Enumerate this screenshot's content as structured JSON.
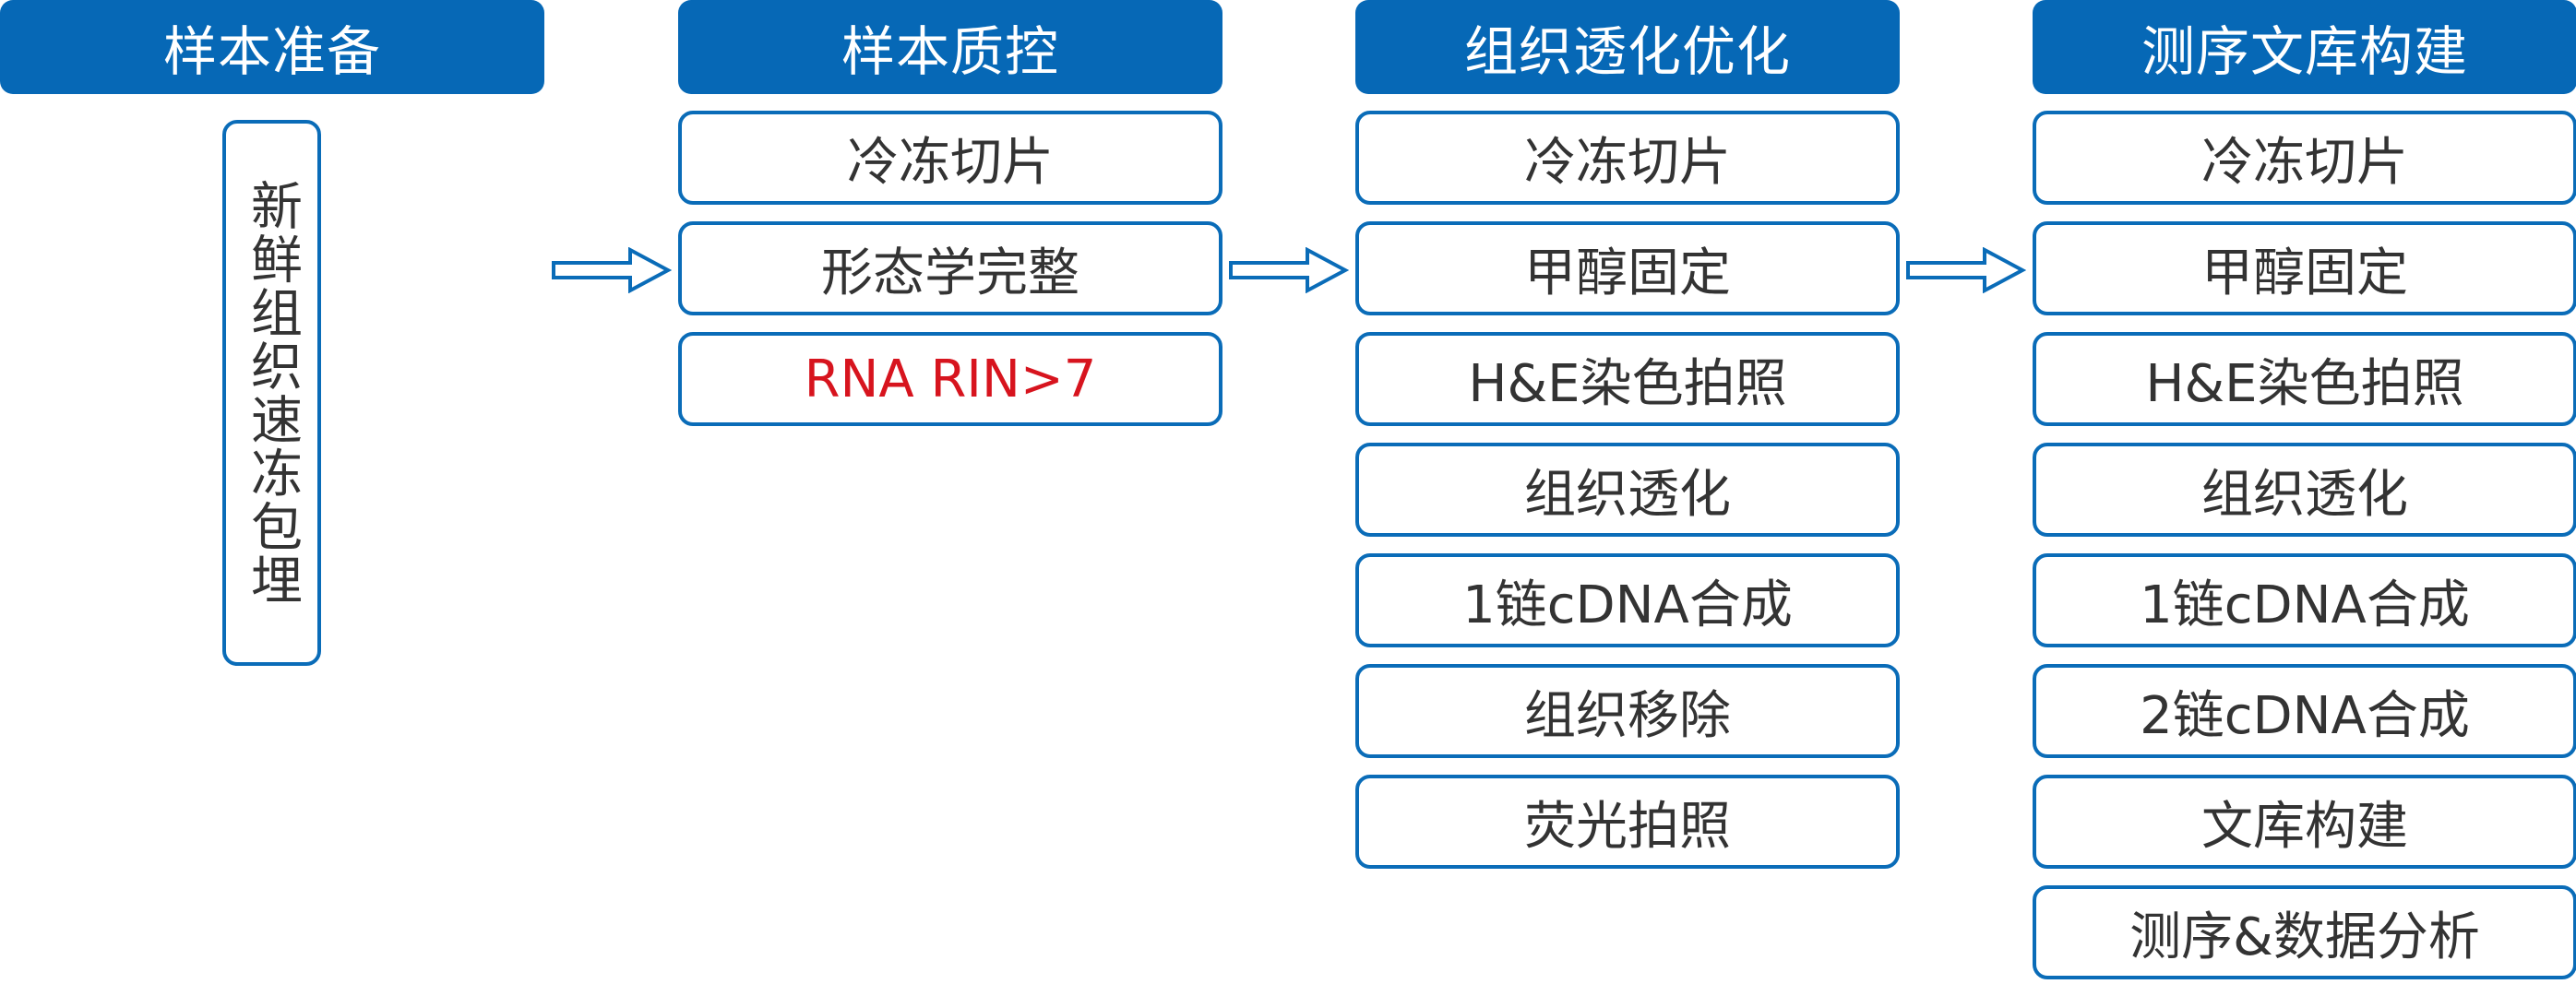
{
  "colors": {
    "header_fill": "#0668B6",
    "box_border": "#0A6CB8",
    "text": "#333333",
    "highlight_text": "#D7141E"
  },
  "columns": [
    {
      "title": "样本准备",
      "vertical_box": "新鲜组织速冻包埋"
    },
    {
      "title": "样本质控",
      "steps": [
        {
          "label": "冷冻切片"
        },
        {
          "label": "形态学完整"
        },
        {
          "label": "RNA RIN>7",
          "highlight": true
        }
      ]
    },
    {
      "title": "组织透化优化",
      "steps": [
        {
          "label": "冷冻切片"
        },
        {
          "label": "甲醇固定"
        },
        {
          "label": "H&E染色拍照"
        },
        {
          "label": "组织透化"
        },
        {
          "label": "1链cDNA合成"
        },
        {
          "label": "组织移除"
        },
        {
          "label": "荧光拍照"
        }
      ]
    },
    {
      "title": "测序文库构建",
      "steps": [
        {
          "label": "冷冻切片"
        },
        {
          "label": "甲醇固定"
        },
        {
          "label": "H&E染色拍照"
        },
        {
          "label": "组织透化"
        },
        {
          "label": "1链cDNA合成"
        },
        {
          "label": "2链cDNA合成"
        },
        {
          "label": "文库构建"
        },
        {
          "label": "测序&数据分析"
        }
      ]
    }
  ],
  "arrows": [
    {
      "from": "样本准备",
      "to": "样本质控"
    },
    {
      "from": "样本质控",
      "to": "组织透化优化"
    },
    {
      "from": "组织透化优化",
      "to": "测序文库构建"
    }
  ]
}
